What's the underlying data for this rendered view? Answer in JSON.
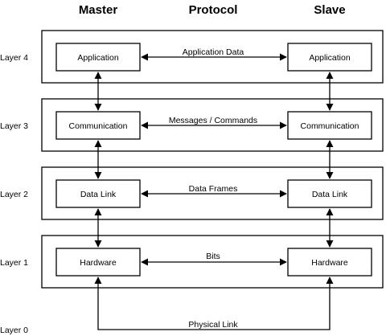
{
  "headers": {
    "master": "Master",
    "protocol": "Protocol",
    "slave": "Slave"
  },
  "layers": [
    {
      "label": "Layer 4",
      "master": "Application",
      "slave": "Application",
      "link": "Application Data"
    },
    {
      "label": "Layer 3",
      "master": "Communication",
      "slave": "Communication",
      "link": "Messages / Commands"
    },
    {
      "label": "Layer 2",
      "master": "Data Link",
      "slave": "Data Link",
      "link": "Data Frames"
    },
    {
      "label": "Layer 1",
      "master": "Hardware",
      "slave": "Hardware",
      "link": "Bits"
    }
  ],
  "layer0": {
    "label": "Layer 0",
    "link": "Physical Link"
  }
}
